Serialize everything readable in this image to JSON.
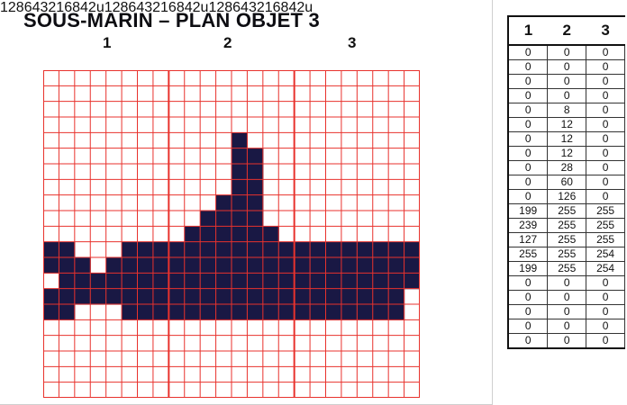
{
  "title": "SOUS-MARIN – PLAN OBJET 3",
  "groups": [
    "1",
    "2",
    "3"
  ],
  "bit_weights": [
    "128",
    "64",
    "32",
    "16",
    "8",
    "4",
    "2",
    "u"
  ],
  "colors": {
    "grid": "#e8322d",
    "fill": "#191844",
    "text": "#111111"
  },
  "table": {
    "headers": [
      "1",
      "2",
      "3"
    ],
    "rows": [
      [
        0,
        0,
        0
      ],
      [
        0,
        0,
        0
      ],
      [
        0,
        0,
        0
      ],
      [
        0,
        0,
        0
      ],
      [
        0,
        8,
        0
      ],
      [
        0,
        12,
        0
      ],
      [
        0,
        12,
        0
      ],
      [
        0,
        12,
        0
      ],
      [
        0,
        28,
        0
      ],
      [
        0,
        60,
        0
      ],
      [
        0,
        126,
        0
      ],
      [
        199,
        255,
        255
      ],
      [
        239,
        255,
        255
      ],
      [
        127,
        255,
        255
      ],
      [
        255,
        255,
        254
      ],
      [
        199,
        255,
        254
      ],
      [
        0,
        0,
        0
      ],
      [
        0,
        0,
        0
      ],
      [
        0,
        0,
        0
      ],
      [
        0,
        0,
        0
      ],
      [
        0,
        0,
        0
      ]
    ]
  }
}
